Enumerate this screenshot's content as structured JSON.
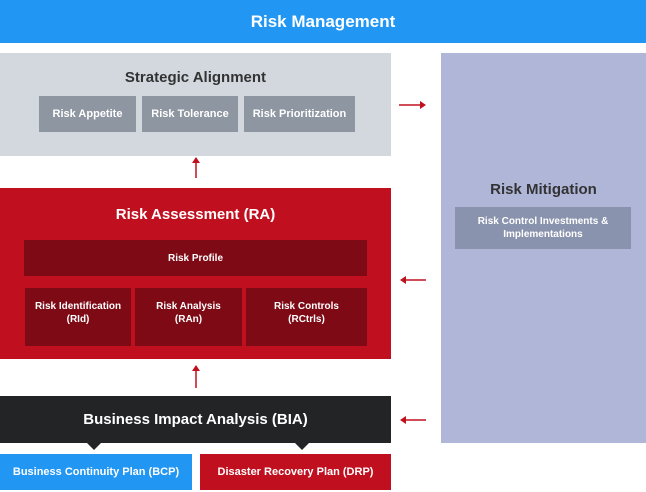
{
  "header": {
    "title": "Risk Management"
  },
  "strategic_alignment": {
    "title": "Strategic Alignment",
    "items": [
      "Risk Appetite",
      "Risk Tolerance",
      "Risk Prioritization"
    ]
  },
  "risk_assessment": {
    "title": "Risk Assessment (RA)",
    "profile": "Risk Profile",
    "items": [
      {
        "line1": "Risk Identification",
        "line2": "(RId)"
      },
      {
        "line1": "Risk Analysis",
        "line2": "(RAn)"
      },
      {
        "line1": "Risk Controls",
        "line2": "(RCtrls)"
      }
    ]
  },
  "bia": {
    "title": "Business Impact Analysis (BIA)"
  },
  "plans": {
    "bcp": "Business Continuity Plan (BCP)",
    "drp": "Disaster Recovery Plan (DRP)"
  },
  "risk_mitigation": {
    "title": "Risk Mitigation",
    "box": "Risk Control Investments & Implementations"
  },
  "colors": {
    "header": "#2196f3",
    "strategic_bg": "#d2d8de",
    "strategic_box": "#8e96a1",
    "assessment_bg": "#c0101f",
    "assessment_box": "#7d0a14",
    "bia_bg": "#222426",
    "bcp": "#2196f3",
    "drp": "#c0101f",
    "mitigation_bg": "#afb6d8",
    "mitigation_box": "#8a93ae",
    "arrow": "#c0101f"
  }
}
